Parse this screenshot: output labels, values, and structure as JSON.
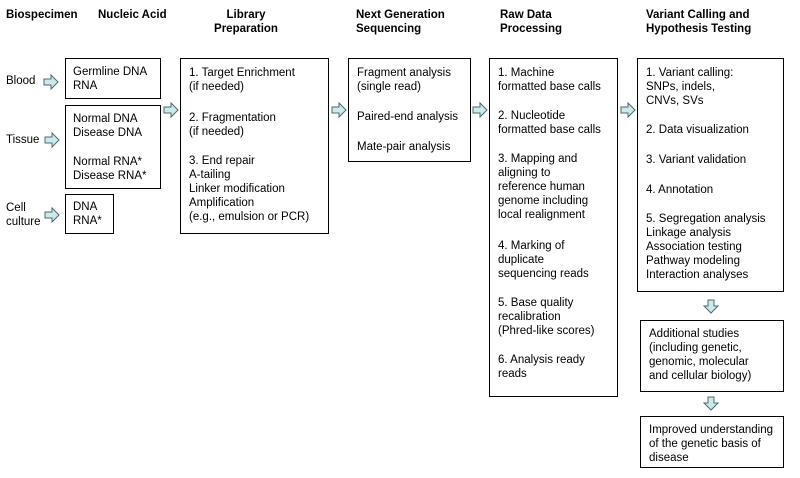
{
  "headers": {
    "biospecimen": "Biospecimen",
    "nucleic_acid": "Nucleic Acid",
    "library_prep": "Library\nPreparation",
    "ngs": "Next Generation\nSequencing",
    "raw_data": "Raw Data\nProcessing",
    "variant": "Variant Calling and\nHypothesis Testing"
  },
  "specimens": {
    "blood": "Blood",
    "tissue": "Tissue",
    "cell_culture": "Cell\nculture"
  },
  "nucleic": {
    "blood_box": "Germline DNA\nRNA",
    "tissue_box_a": "Normal DNA\nDisease DNA",
    "tissue_box_b": "Normal RNA*\nDisease RNA*",
    "cell_box": "DNA\nRNA*"
  },
  "library_prep": {
    "step1": "1. Target Enrichment\n(if needed)",
    "step2": "2. Fragmentation\n(if needed)",
    "step3": "3. End repair\nA-tailing\nLinker modification\nAmplification\n(e.g., emulsion or PCR)"
  },
  "ngs": {
    "item1": "Fragment analysis\n(single read)",
    "item2": "Paired-end analysis",
    "item3": "Mate-pair analysis"
  },
  "raw_data": {
    "step1": "1. Machine\nformatted base calls",
    "step2": "2. Nucleotide\nformatted base calls",
    "step3": "3. Mapping and\naligning to\nreference human\ngenome including\nlocal realignment",
    "step4": "4. Marking of\nduplicate\nsequencing reads",
    "step5": "5. Base quality\nrecalibration\n(Phred-like scores)",
    "step6": "6. Analysis ready\nreads"
  },
  "variant": {
    "step1": "1. Variant calling:\nSNPs, indels,\nCNVs, SVs",
    "step2": "2. Data visualization",
    "step3": "3. Variant validation",
    "step4": "4. Annotation",
    "step5": "5. Segregation analysis\nLinkage analysis\nAssociation testing\nPathway modeling\nInteraction analyses"
  },
  "additional_studies": "Additional studies\n(including genetic,\ngenomic, molecular\nand cellular biology)",
  "improved_understanding": "Improved understanding\nof the genetic basis of\ndisease",
  "colors": {
    "arrow_fill": "#cfe8ea",
    "arrow_stroke": "#4a6b70",
    "border": "#000000"
  }
}
